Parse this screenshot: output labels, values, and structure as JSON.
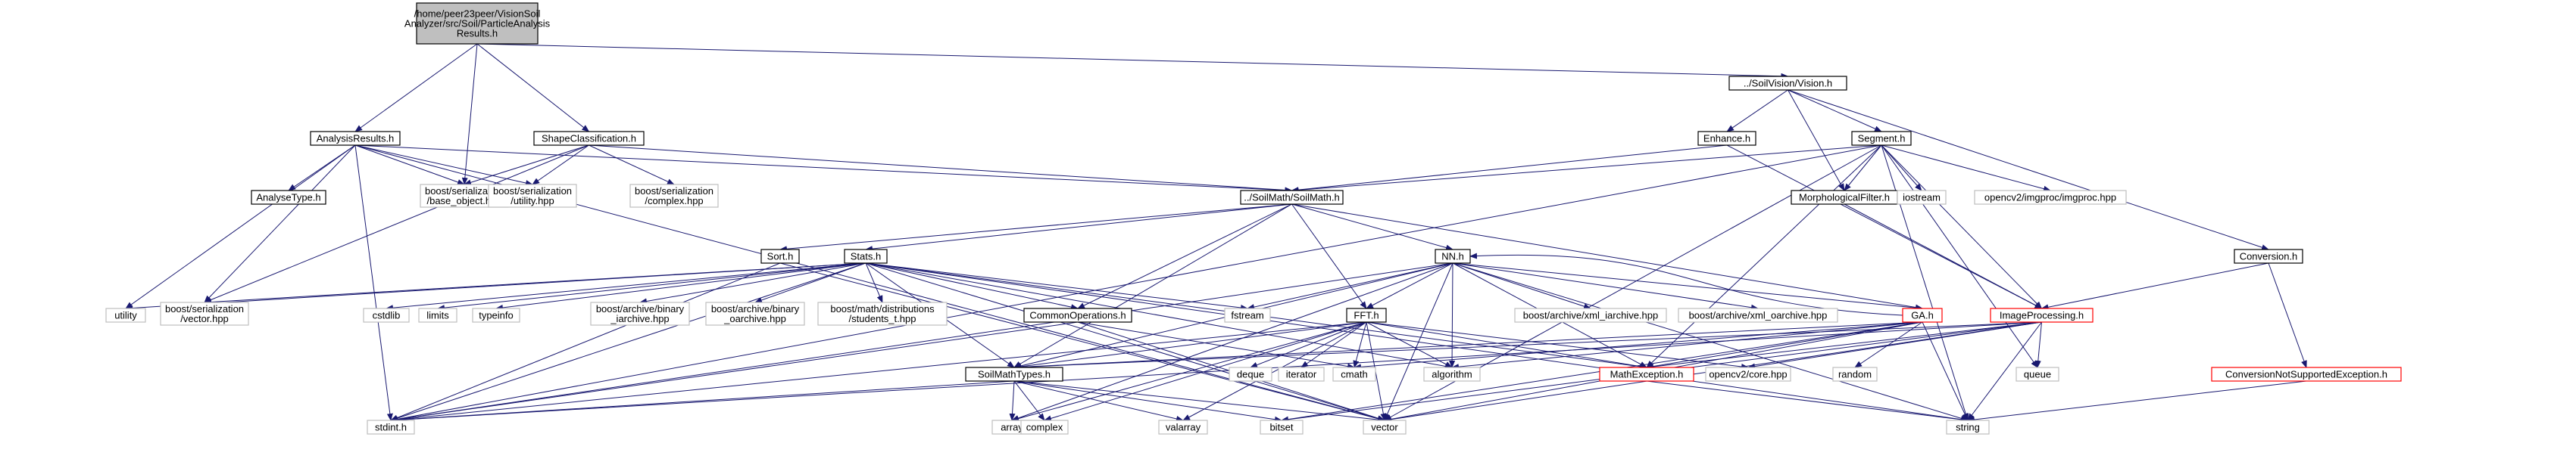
{
  "diagram": {
    "nodes": [
      {
        "id": "root",
        "lines": [
          "/home/peer23peer/VisionSoil",
          "Analyzer/src/Soil/ParticleAnalysis",
          "Results.h"
        ],
        "kind": "root"
      },
      {
        "id": "visionh",
        "lines": [
          "../SoilVision/Vision.h"
        ],
        "kind": "doc"
      },
      {
        "id": "analysisresults",
        "lines": [
          "AnalysisResults.h"
        ],
        "kind": "doc"
      },
      {
        "id": "shapeclass",
        "lines": [
          "ShapeClassification.h"
        ],
        "kind": "doc"
      },
      {
        "id": "enhance",
        "lines": [
          "Enhance.h"
        ],
        "kind": "doc"
      },
      {
        "id": "segment",
        "lines": [
          "Segment.h"
        ],
        "kind": "doc"
      },
      {
        "id": "analysetype",
        "lines": [
          "AnalyseType.h"
        ],
        "kind": "doc"
      },
      {
        "id": "base_object",
        "lines": [
          "boost/serialization",
          "/base_object.hpp"
        ],
        "kind": "ext"
      },
      {
        "id": "utilityhpp",
        "lines": [
          "boost/serialization",
          "/utility.hpp"
        ],
        "kind": "ext"
      },
      {
        "id": "complexhpp",
        "lines": [
          "boost/serialization",
          "/complex.hpp"
        ],
        "kind": "ext"
      },
      {
        "id": "soilmath",
        "lines": [
          "../SoilMath/SoilMath.h"
        ],
        "kind": "doc"
      },
      {
        "id": "morph",
        "lines": [
          "MorphologicalFilter.h"
        ],
        "kind": "doc"
      },
      {
        "id": "iostream",
        "lines": [
          "iostream"
        ],
        "kind": "ext"
      },
      {
        "id": "imgprochpp",
        "lines": [
          "opencv2/imgproc/imgproc.hpp"
        ],
        "kind": "ext"
      },
      {
        "id": "sorth",
        "lines": [
          "Sort.h"
        ],
        "kind": "doc"
      },
      {
        "id": "statsh",
        "lines": [
          "Stats.h"
        ],
        "kind": "doc"
      },
      {
        "id": "nnh",
        "lines": [
          "NN.h"
        ],
        "kind": "doc"
      },
      {
        "id": "conversion",
        "lines": [
          "Conversion.h"
        ],
        "kind": "doc"
      },
      {
        "id": "utility",
        "lines": [
          "utility"
        ],
        "kind": "ext"
      },
      {
        "id": "vectorhpp",
        "lines": [
          "boost/serialization",
          "/vector.hpp"
        ],
        "kind": "ext"
      },
      {
        "id": "cstdlib",
        "lines": [
          "cstdlib"
        ],
        "kind": "ext"
      },
      {
        "id": "limits",
        "lines": [
          "limits"
        ],
        "kind": "ext"
      },
      {
        "id": "typeinfo",
        "lines": [
          "typeinfo"
        ],
        "kind": "ext"
      },
      {
        "id": "binary_iarchive",
        "lines": [
          "boost/archive/binary",
          "_iarchive.hpp"
        ],
        "kind": "ext"
      },
      {
        "id": "binary_oarchive",
        "lines": [
          "boost/archive/binary",
          "_oarchive.hpp"
        ],
        "kind": "ext"
      },
      {
        "id": "students_t",
        "lines": [
          "boost/math/distributions",
          "/students_t.hpp"
        ],
        "kind": "ext"
      },
      {
        "id": "commonops",
        "lines": [
          "CommonOperations.h"
        ],
        "kind": "doc"
      },
      {
        "id": "fstream",
        "lines": [
          "fstream"
        ],
        "kind": "ext"
      },
      {
        "id": "ffth",
        "lines": [
          "FFT.h"
        ],
        "kind": "doc"
      },
      {
        "id": "xml_iarchive",
        "lines": [
          "boost/archive/xml_iarchive.hpp"
        ],
        "kind": "ext"
      },
      {
        "id": "xml_oarchive",
        "lines": [
          "boost/archive/xml_oarchive.hpp"
        ],
        "kind": "ext"
      },
      {
        "id": "gah",
        "lines": [
          "GA.h"
        ],
        "kind": "red"
      },
      {
        "id": "imageprocessing",
        "lines": [
          "ImageProcessing.h"
        ],
        "kind": "red"
      },
      {
        "id": "soilmathtypes",
        "lines": [
          "SoilMathTypes.h"
        ],
        "kind": "doc"
      },
      {
        "id": "deque",
        "lines": [
          "deque"
        ],
        "kind": "ext"
      },
      {
        "id": "iterator",
        "lines": [
          "iterator"
        ],
        "kind": "ext"
      },
      {
        "id": "cmath",
        "lines": [
          "cmath"
        ],
        "kind": "ext"
      },
      {
        "id": "algorithm",
        "lines": [
          "algorithm"
        ],
        "kind": "ext"
      },
      {
        "id": "mathexception",
        "lines": [
          "MathException.h"
        ],
        "kind": "red"
      },
      {
        "id": "corehpp",
        "lines": [
          "opencv2/core.hpp"
        ],
        "kind": "ext"
      },
      {
        "id": "random",
        "lines": [
          "random"
        ],
        "kind": "ext"
      },
      {
        "id": "queue",
        "lines": [
          "queue"
        ],
        "kind": "ext"
      },
      {
        "id": "convexception",
        "lines": [
          "ConversionNotSupportedException.h"
        ],
        "kind": "red"
      },
      {
        "id": "stdint",
        "lines": [
          "stdint.h"
        ],
        "kind": "ext"
      },
      {
        "id": "array",
        "lines": [
          "array"
        ],
        "kind": "ext"
      },
      {
        "id": "complex",
        "lines": [
          "complex"
        ],
        "kind": "ext"
      },
      {
        "id": "valarray",
        "lines": [
          "valarray"
        ],
        "kind": "ext"
      },
      {
        "id": "bitset",
        "lines": [
          "bitset"
        ],
        "kind": "ext"
      },
      {
        "id": "vector",
        "lines": [
          "vector"
        ],
        "kind": "ext"
      },
      {
        "id": "string",
        "lines": [
          "string"
        ],
        "kind": "ext"
      }
    ],
    "edges": [
      [
        "root",
        "analysisresults"
      ],
      [
        "root",
        "shapeclass"
      ],
      [
        "root",
        "base_object"
      ],
      [
        "root",
        "visionh"
      ],
      [
        "analysisresults",
        "analysetype"
      ],
      [
        "analysisresults",
        "base_object"
      ],
      [
        "analysisresults",
        "utilityhpp"
      ],
      [
        "analysisresults",
        "utility"
      ],
      [
        "analysisresults",
        "vectorhpp"
      ],
      [
        "analysisresults",
        "stdint"
      ],
      [
        "analysisresults",
        "soilmath"
      ],
      [
        "analysisresults",
        "vector"
      ],
      [
        "shapeclass",
        "base_object"
      ],
      [
        "shapeclass",
        "utilityhpp"
      ],
      [
        "shapeclass",
        "complexhpp"
      ],
      [
        "shapeclass",
        "soilmath"
      ],
      [
        "shapeclass",
        "vectorhpp"
      ],
      [
        "visionh",
        "enhance"
      ],
      [
        "visionh",
        "segment"
      ],
      [
        "visionh",
        "morph"
      ],
      [
        "visionh",
        "conversion"
      ],
      [
        "enhance",
        "soilmath"
      ],
      [
        "enhance",
        "imageprocessing"
      ],
      [
        "segment",
        "soilmath"
      ],
      [
        "segment",
        "morph"
      ],
      [
        "segment",
        "iostream"
      ],
      [
        "segment",
        "imgprochpp"
      ],
      [
        "segment",
        "imageprocessing"
      ],
      [
        "segment",
        "queue"
      ],
      [
        "segment",
        "stdint"
      ],
      [
        "segment",
        "vector"
      ],
      [
        "segment",
        "string"
      ],
      [
        "segment",
        "mathexception"
      ],
      [
        "morph",
        "imageprocessing"
      ],
      [
        "conversion",
        "imageprocessing"
      ],
      [
        "conversion",
        "convexception"
      ],
      [
        "convexception",
        "string"
      ],
      [
        "soilmath",
        "sorth"
      ],
      [
        "soilmath",
        "statsh"
      ],
      [
        "soilmath",
        "nnh"
      ],
      [
        "soilmath",
        "ffth"
      ],
      [
        "soilmath",
        "gah"
      ],
      [
        "soilmath",
        "commonops"
      ],
      [
        "soilmath",
        "soilmathtypes"
      ],
      [
        "sorth",
        "stdint"
      ],
      [
        "sorth",
        "vector"
      ],
      [
        "statsh",
        "utility"
      ],
      [
        "statsh",
        "vectorhpp"
      ],
      [
        "statsh",
        "cstdlib"
      ],
      [
        "statsh",
        "limits"
      ],
      [
        "statsh",
        "typeinfo"
      ],
      [
        "statsh",
        "binary_iarchive"
      ],
      [
        "statsh",
        "binary_oarchive"
      ],
      [
        "statsh",
        "students_t"
      ],
      [
        "statsh",
        "commonops"
      ],
      [
        "statsh",
        "fstream"
      ],
      [
        "statsh",
        "soilmathtypes"
      ],
      [
        "statsh",
        "stdint"
      ],
      [
        "statsh",
        "string"
      ],
      [
        "statsh",
        "vector"
      ],
      [
        "statsh",
        "mathexception"
      ],
      [
        "statsh",
        "algorithm"
      ],
      [
        "commonops",
        "stdint"
      ],
      [
        "commonops",
        "cmath"
      ],
      [
        "commonops",
        "vector"
      ],
      [
        "nnh",
        "fstream"
      ],
      [
        "nnh",
        "ffth"
      ],
      [
        "nnh",
        "xml_iarchive"
      ],
      [
        "nnh",
        "xml_oarchive"
      ],
      [
        "nnh",
        "gah"
      ],
      [
        "nnh",
        "soilmathtypes"
      ],
      [
        "nnh",
        "stdint"
      ],
      [
        "nnh",
        "vector"
      ],
      [
        "nnh",
        "string"
      ],
      [
        "nnh",
        "mathexception"
      ],
      [
        "nnh",
        "algorithm"
      ],
      [
        "nnh",
        "array"
      ],
      [
        "ffth",
        "soilmathtypes"
      ],
      [
        "ffth",
        "deque"
      ],
      [
        "ffth",
        "iterator"
      ],
      [
        "ffth",
        "cmath"
      ],
      [
        "ffth",
        "algorithm"
      ],
      [
        "ffth",
        "mathexception"
      ],
      [
        "ffth",
        "corehpp"
      ],
      [
        "ffth",
        "complex"
      ],
      [
        "ffth",
        "valarray"
      ],
      [
        "ffth",
        "vector"
      ],
      [
        "ffth",
        "stdint"
      ],
      [
        "ffth",
        "array"
      ],
      [
        "gah",
        "nnh"
      ],
      [
        "gah",
        "soilmathtypes"
      ],
      [
        "gah",
        "mathexception"
      ],
      [
        "gah",
        "random"
      ],
      [
        "gah",
        "algorithm"
      ],
      [
        "gah",
        "string"
      ],
      [
        "gah",
        "vector"
      ],
      [
        "gah",
        "bitset"
      ],
      [
        "gah",
        "cmath"
      ],
      [
        "imageprocessing",
        "soilmathtypes"
      ],
      [
        "imageprocessing",
        "mathexception"
      ],
      [
        "imageprocessing",
        "corehpp"
      ],
      [
        "imageprocessing",
        "queue"
      ],
      [
        "imageprocessing",
        "stdint"
      ],
      [
        "imageprocessing",
        "vector"
      ],
      [
        "imageprocessing",
        "string"
      ],
      [
        "imageprocessing",
        "bitset"
      ],
      [
        "mathexception",
        "string"
      ],
      [
        "soilmathtypes",
        "stdint"
      ],
      [
        "soilmathtypes",
        "array"
      ],
      [
        "soilmathtypes",
        "complex"
      ],
      [
        "soilmathtypes",
        "valarray"
      ],
      [
        "soilmathtypes",
        "bitset"
      ],
      [
        "soilmathtypes",
        "vector"
      ]
    ]
  }
}
